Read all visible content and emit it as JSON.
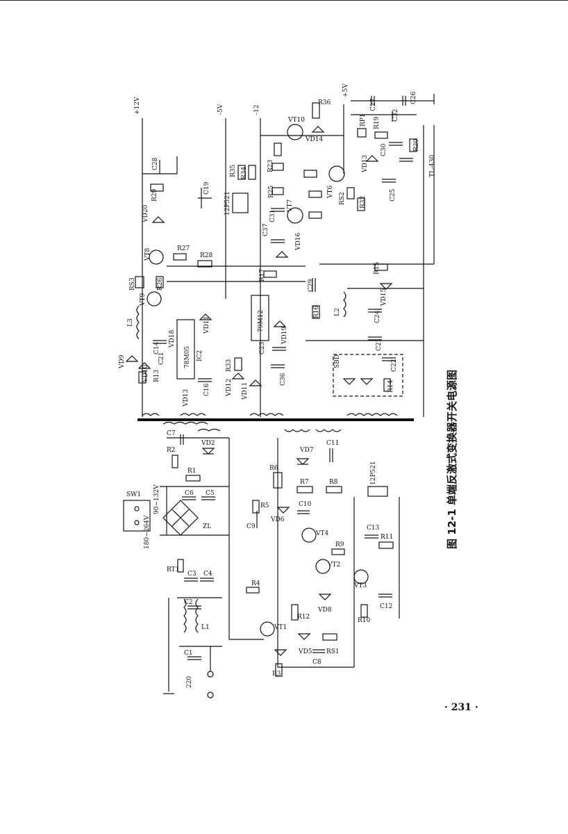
{
  "caption": "图 12-1  单端反激式变换器开关电源图",
  "page_number": "· 231 ·",
  "labels": {
    "p12v": "+12V",
    "m5v": "-5V",
    "m12": "-12",
    "p5v": "+5V",
    "sw1": "SW1",
    "rt1": "RT1",
    "zl": "ZL",
    "in220": "220",
    "v_range": "90~132V",
    "v_range2": "180~264V",
    "ic_7805": "78M05",
    "ic_7912": "79M12",
    "ic2": "IC2",
    "tl430": "TL-430",
    "sbd": "SBD",
    "p1221_top": "12P521",
    "p1221_bot": "12P521",
    "l1": "L1",
    "l2": "L2",
    "l3": "L3",
    "vt1": "VT1",
    "vt2": "VT2",
    "vt3": "VT3",
    "vt4": "VT4",
    "vt6": "VT6",
    "vt7": "VT7",
    "vt8": "VT8",
    "vt9": "VT9",
    "vt10": "VT10",
    "c1": "C1",
    "c2": "C2",
    "c3": "C3",
    "c4": "C4",
    "c5": "C5",
    "c6": "C6",
    "c7": "C7",
    "c8": "C8",
    "c9": "C9",
    "c10": "C10",
    "c11": "C11",
    "c12": "C12",
    "c13": "C13",
    "c14": "C14",
    "c16": "C16",
    "c19": "C19",
    "c21": "C21",
    "c22": "C22",
    "c23": "C23",
    "c24": "C24",
    "c25": "C25",
    "c26": "C26",
    "c27": "C27",
    "c28": "C28",
    "c29": "C29",
    "c30": "C30",
    "c31": "C31",
    "c32": "C32",
    "c36": "C36",
    "c37": "C37",
    "r1": "R1",
    "r2": "R2",
    "r3": "R3",
    "r4": "R4",
    "r5": "R5",
    "r6": "R6",
    "r7": "R7",
    "r8": "R8",
    "r9": "R9",
    "r10": "R10",
    "r11": "R11",
    "r12": "R12",
    "r13": "R13",
    "r14": "R14",
    "r15": "R15",
    "r16": "R16",
    "r17": "R17",
    "r19": "R19",
    "r20": "R20",
    "r23": "R23",
    "r25": "R25",
    "r26": "R26",
    "r27": "R27",
    "r28": "R28",
    "r29": "R29",
    "r32": "R32",
    "r33": "R33",
    "r34": "R34",
    "r35": "R35",
    "r36": "R36",
    "rs1": "RS1",
    "rs2": "RS2",
    "rs3": "RS3",
    "rp1": "RP1",
    "vd2": "VD2",
    "vd5": "VD5",
    "vd6": "VD6",
    "vd7": "VD7",
    "vd8": "VD8",
    "vd9": "VD9",
    "vd10": "VD10",
    "vd11": "VD11",
    "vd12": "VD12",
    "vd13": "VD13",
    "vd14": "VD14",
    "vd15": "VD15",
    "vd16": "VD16",
    "vd17": "VD17",
    "vd18": "VD18",
    "vd19": "VD19",
    "vd20": "VD20"
  }
}
